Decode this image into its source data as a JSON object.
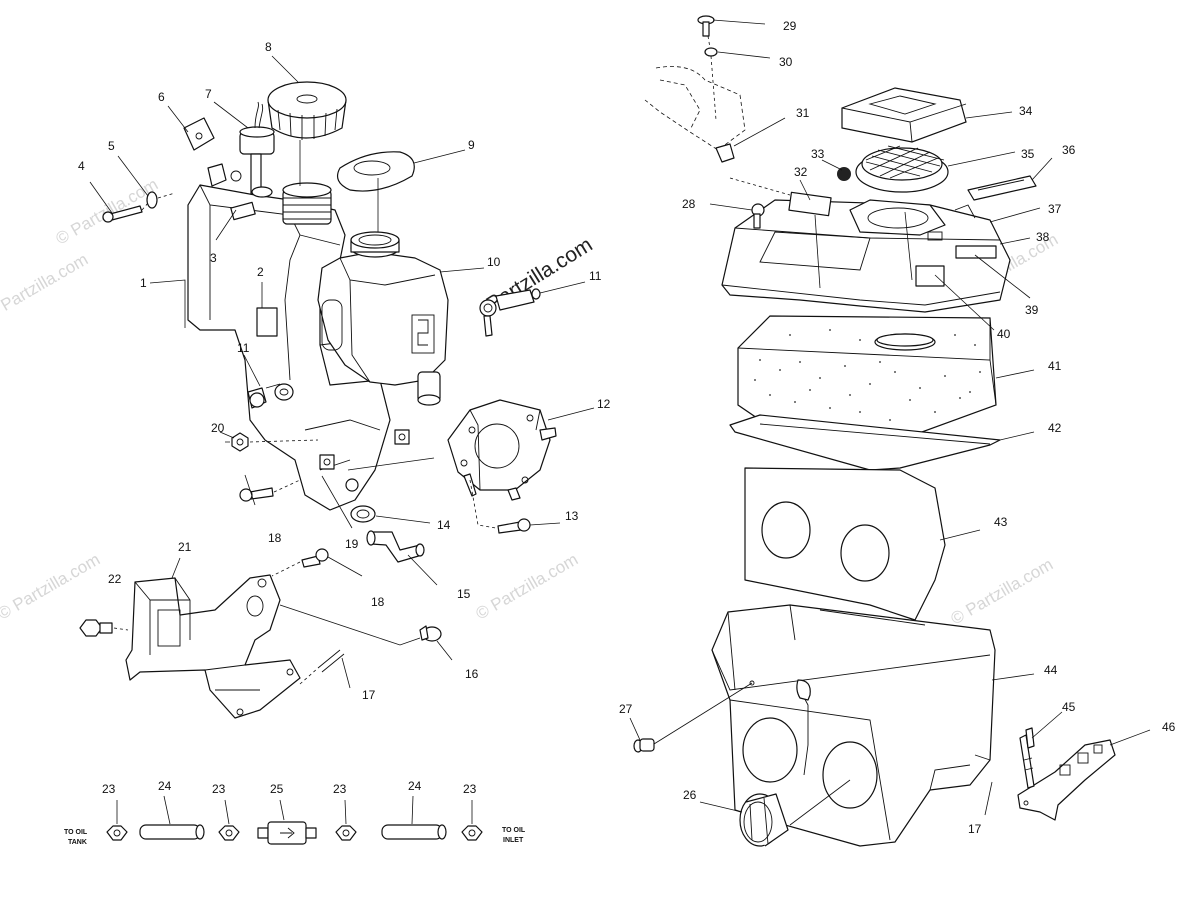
{
  "watermarks": {
    "brand_large": "Partzilla.com",
    "brand_small": "© Partzilla.com"
  },
  "callouts": {
    "n1": "1",
    "n2": "2",
    "n3": "3",
    "n4": "4",
    "n5": "5",
    "n6": "6",
    "n7": "7",
    "n8": "8",
    "n9": "9",
    "n10": "10",
    "n11": "11",
    "n12": "12",
    "n13": "13",
    "n14": "14",
    "n15": "15",
    "n16": "16",
    "n17": "17",
    "n18": "18",
    "n19": "19",
    "n20": "20",
    "n21": "21",
    "n22": "22",
    "n23": "23",
    "n24": "24",
    "n25": "25",
    "n26": "26",
    "n27": "27",
    "n28": "28",
    "n29": "29",
    "n30": "30",
    "n31": "31",
    "n32": "32",
    "n33": "33",
    "n34": "34",
    "n35": "35",
    "n36": "36",
    "n37": "37",
    "n38": "38",
    "n39": "39",
    "n40": "40",
    "n41": "41",
    "n42": "42",
    "n43": "43",
    "n44": "44",
    "n45": "45",
    "n46": "46"
  },
  "notes": {
    "to_oil": "TO OIL",
    "tank": "TANK",
    "inlet": "INLET"
  }
}
